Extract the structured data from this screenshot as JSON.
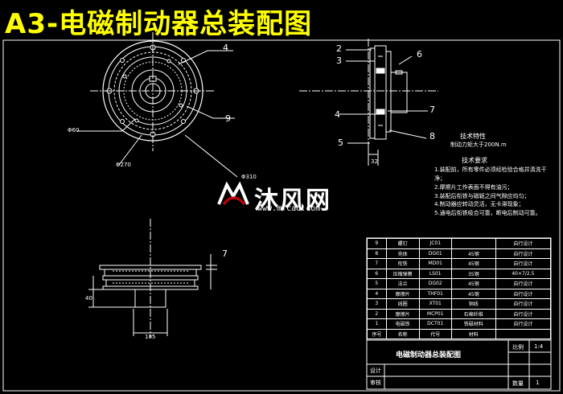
{
  "title": "A3-电磁制动器总装配图",
  "front_view": {
    "callouts": [
      "4",
      "9"
    ],
    "dimensions": [
      "Φ60",
      "Φ270",
      "Φ310"
    ]
  },
  "side_view": {
    "callouts": [
      "2",
      "3",
      "4",
      "5",
      "6",
      "7",
      "8"
    ],
    "dimension": "32"
  },
  "bottom_view": {
    "dimensions": [
      "7",
      "40",
      "105"
    ]
  },
  "technical_specs": {
    "title": "技术特性",
    "line": "制动力矩大于200N.m"
  },
  "technical_requirements": {
    "title": "技术要求",
    "lines": [
      "1.装配前，所有零件必须经检验合格并清洗干净；",
      "2.摩擦片工作表面不得有油污；",
      "3.装配后衔铁与磁轭之间气隙应均匀；",
      "4.制动器应转动灵活，无卡滞现象；",
      "5.通电后衔铁吸合可靠，断电后制动可靠。"
    ]
  },
  "watermark": {
    "brand": "沐风网",
    "url": "www.mfcad.com"
  },
  "bom": {
    "rows": [
      {
        "no": "9",
        "name": "螺钉",
        "code": "JC01",
        "material": "",
        "note": "自行设计"
      },
      {
        "no": "8",
        "name": "壳体",
        "code": "DG01",
        "material": "45钢",
        "note": "自行设计"
      },
      {
        "no": "7",
        "name": "衔铁",
        "code": "MD01",
        "material": "45钢",
        "note": "自行设计"
      },
      {
        "no": "6",
        "name": "压缩弹簧",
        "code": "LS01",
        "material": "35钢",
        "note": "40×7/2.5"
      },
      {
        "no": "5",
        "name": "法兰",
        "code": "DG02",
        "material": "45钢",
        "note": "自行设计"
      },
      {
        "no": "4",
        "name": "摩擦片",
        "code": "THF01",
        "material": "45钢",
        "note": "自行设计"
      },
      {
        "no": "3",
        "name": "线圈",
        "code": "XT01",
        "material": "铜线",
        "note": "自行设计"
      },
      {
        "no": "2",
        "name": "摩擦片",
        "code": "MCP01",
        "material": "石棉纤维",
        "note": "自行设计"
      },
      {
        "no": "1",
        "name": "电磁铁",
        "code": "DCT01",
        "material": "铁磁材料",
        "note": "自行设计"
      }
    ],
    "header": {
      "no": "序号",
      "name": "名称",
      "code": "代号",
      "material": "材料",
      "note": ""
    }
  },
  "title_block": {
    "drawing_name": "电磁制动器总装配图",
    "scale_label": "比例",
    "scale_value": "1:4",
    "designer_label": "设计",
    "checker_label": "审核",
    "sheet_label": "数量",
    "sheet_value": "1"
  }
}
